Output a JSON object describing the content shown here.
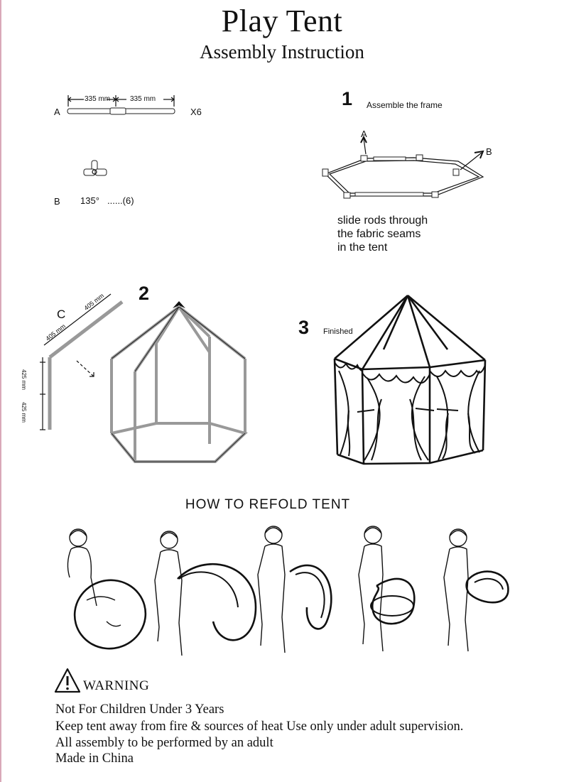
{
  "header": {
    "title": "Play Tent",
    "subtitle": "Assembly Instruction"
  },
  "parts": {
    "a": {
      "letter": "A",
      "dim1": "335 mm",
      "dim2": "335 mm",
      "qty": "X6"
    },
    "b": {
      "letter": "B",
      "angle": "135°",
      "qty": "......(6)"
    }
  },
  "step1": {
    "number": "1",
    "title": "Assemble the frame",
    "label_a": "A",
    "label_b": "B",
    "note_lines": [
      "slide rods through",
      "the fabric seams",
      "in the tent"
    ]
  },
  "step2": {
    "number": "2",
    "label_c": "C",
    "dim_top1": "405 mm",
    "dim_top2": "405 mm",
    "dim_side1": "425 mm",
    "dim_side2": "425 mm"
  },
  "step3": {
    "number": "3",
    "title": "Finished"
  },
  "refold": {
    "heading": "HOW TO REFOLD TENT"
  },
  "warning": {
    "label": "WARNING",
    "lines": [
      "Not For Children Under 3 Years",
      "Keep tent away from fire & sources of  heat Use only under adult supervision.",
      "All assembly to be performed by an adult",
      "Made in China"
    ]
  }
}
